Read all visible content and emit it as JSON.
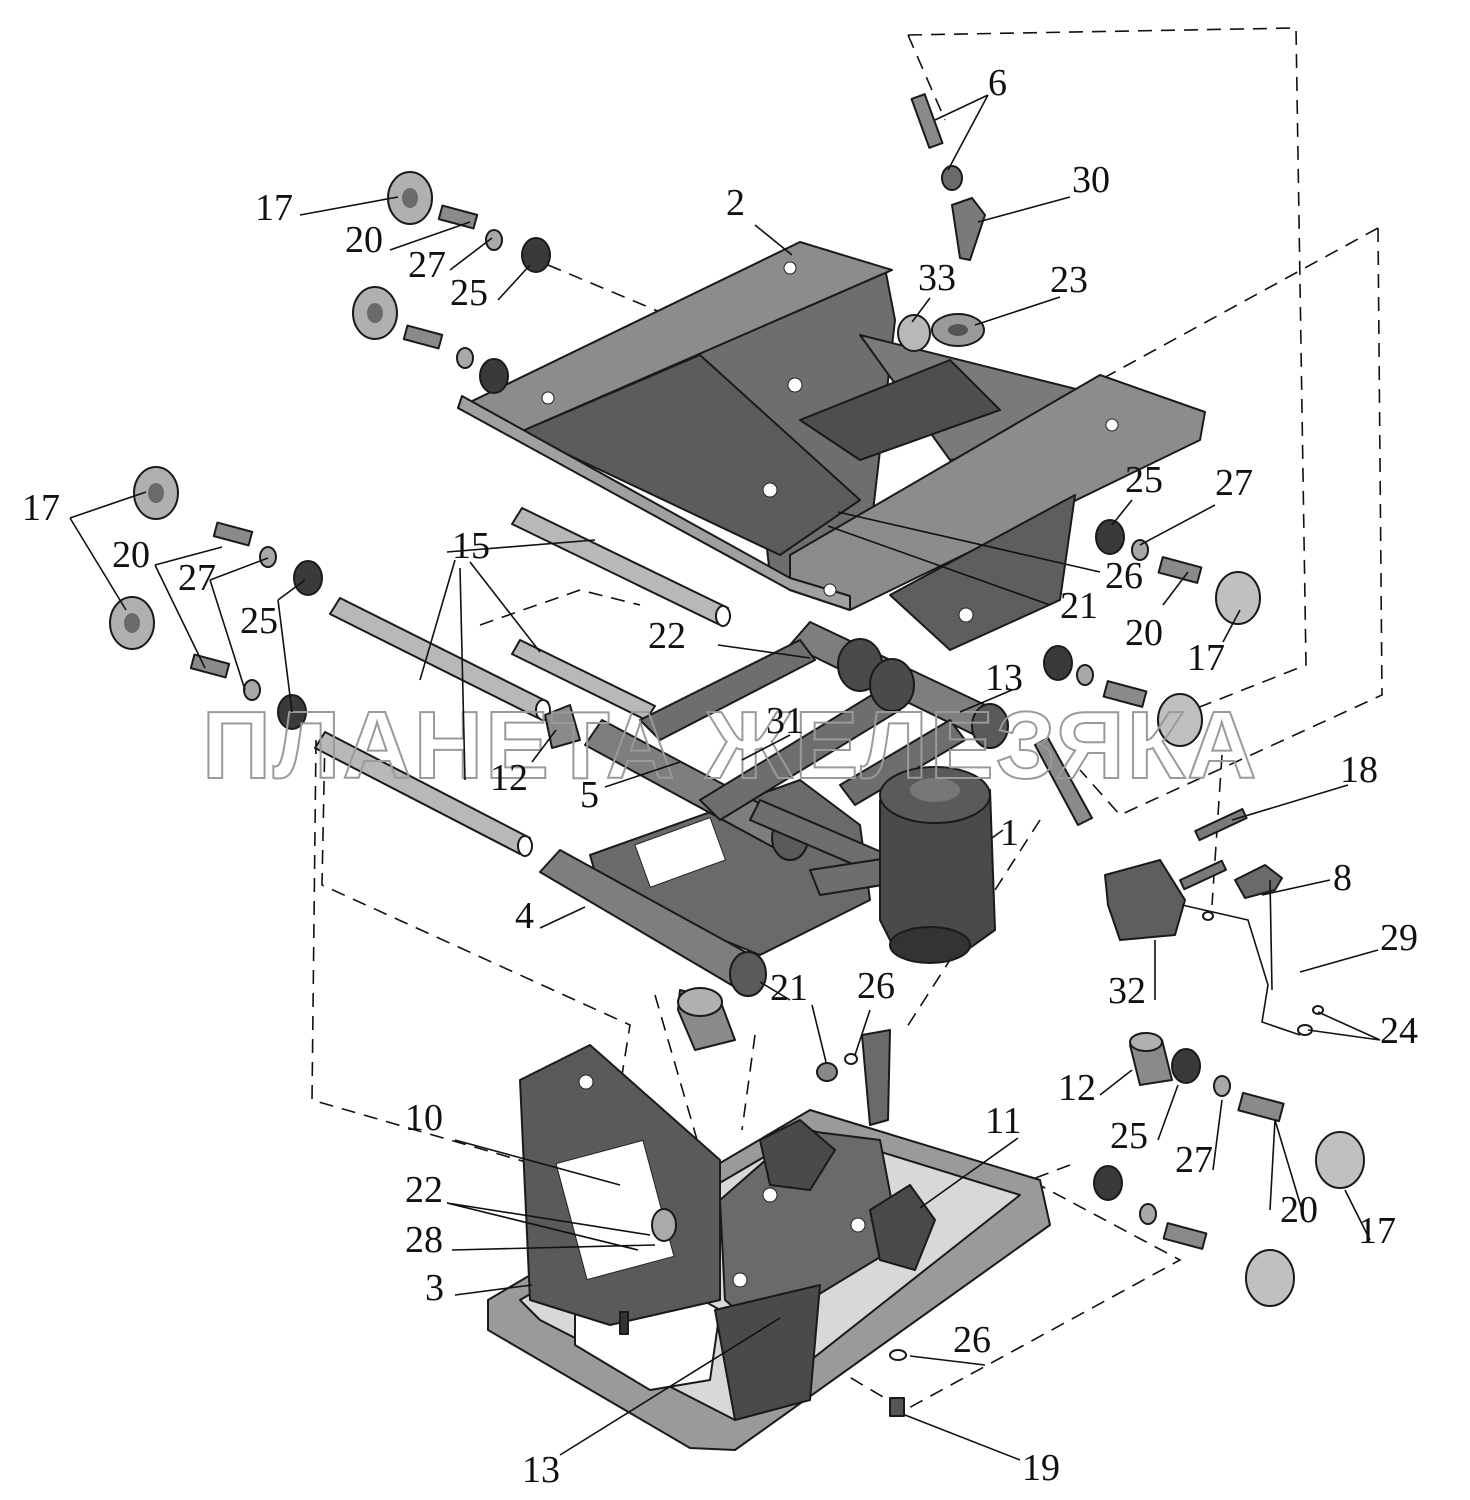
{
  "watermark": "ПЛАНЕТА ЖЕЛЕЗЯКА",
  "colors": {
    "metal_dark": "#5a5a5a",
    "metal_mid": "#8a8a8a",
    "metal_light": "#bdbdbd",
    "line": "#111111"
  },
  "callouts": [
    {
      "id": "c6",
      "text": "6"
    },
    {
      "id": "c30",
      "text": "30"
    },
    {
      "id": "c17a",
      "text": "17"
    },
    {
      "id": "c2",
      "text": "2"
    },
    {
      "id": "c20a",
      "text": "20"
    },
    {
      "id": "c27a",
      "text": "27"
    },
    {
      "id": "c33",
      "text": "33"
    },
    {
      "id": "c23",
      "text": "23"
    },
    {
      "id": "c25a",
      "text": "25"
    },
    {
      "id": "c17b",
      "text": "17"
    },
    {
      "id": "c25b",
      "text": "25"
    },
    {
      "id": "c27b",
      "text": "27"
    },
    {
      "id": "c20b",
      "text": "20"
    },
    {
      "id": "c15",
      "text": "15"
    },
    {
      "id": "c26a",
      "text": "26"
    },
    {
      "id": "c27c",
      "text": "27"
    },
    {
      "id": "c21a",
      "text": "21"
    },
    {
      "id": "c25c",
      "text": "25"
    },
    {
      "id": "c20c",
      "text": "20"
    },
    {
      "id": "c17c",
      "text": "17"
    },
    {
      "id": "c22a",
      "text": "22"
    },
    {
      "id": "c13a",
      "text": "13"
    },
    {
      "id": "c31",
      "text": "31"
    },
    {
      "id": "c12a",
      "text": "12"
    },
    {
      "id": "c5",
      "text": "5"
    },
    {
      "id": "c18",
      "text": "18"
    },
    {
      "id": "c1",
      "text": "1"
    },
    {
      "id": "c8",
      "text": "8"
    },
    {
      "id": "c4",
      "text": "4"
    },
    {
      "id": "c29",
      "text": "29"
    },
    {
      "id": "c21b",
      "text": "21"
    },
    {
      "id": "c26b",
      "text": "26"
    },
    {
      "id": "c32",
      "text": "32"
    },
    {
      "id": "c24",
      "text": "24"
    },
    {
      "id": "c12b",
      "text": "12"
    },
    {
      "id": "c10",
      "text": "10"
    },
    {
      "id": "c11",
      "text": "11"
    },
    {
      "id": "c25d",
      "text": "25"
    },
    {
      "id": "c27d",
      "text": "27"
    },
    {
      "id": "c22b",
      "text": "22"
    },
    {
      "id": "c20d",
      "text": "20"
    },
    {
      "id": "c28",
      "text": "28"
    },
    {
      "id": "c17d",
      "text": "17"
    },
    {
      "id": "c3",
      "text": "3"
    },
    {
      "id": "c26c",
      "text": "26"
    },
    {
      "id": "c13b",
      "text": "13"
    },
    {
      "id": "c19",
      "text": "19"
    }
  ]
}
